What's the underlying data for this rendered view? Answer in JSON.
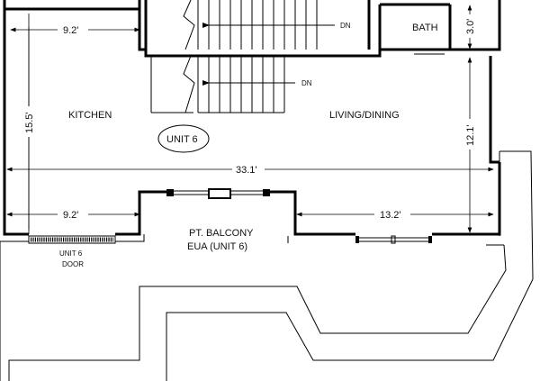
{
  "rooms": {
    "kitchen": "KITCHEN",
    "living_dining": "LIVING/DINING",
    "bath": "BATH",
    "unit": "UNIT 6",
    "balcony_line1": "PT. BALCONY",
    "balcony_line2": "EUA (UNIT 6)",
    "door_line1": "UNIT 6",
    "door_line2": "DOOR"
  },
  "stairs": {
    "upper_label": "DN",
    "lower_label": "DN"
  },
  "dimensions": {
    "kitchen_width": "9.2'",
    "kitchen_depth": "15.5'",
    "total_width": "33.1'",
    "lower_left_width": "9.2'",
    "lower_right_width": "13.2'",
    "living_depth": "12.1'",
    "bath_depth": "3.0'"
  }
}
